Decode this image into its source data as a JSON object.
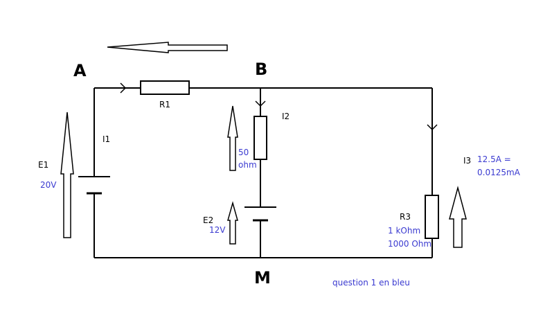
{
  "nodes": {
    "a": "A",
    "b": "B",
    "m": "M"
  },
  "labels": {
    "r1": "R1",
    "i1": "I1",
    "i2": "I2",
    "i3": "I3",
    "e1": "E1",
    "e2": "E2",
    "r3": "R3"
  },
  "values": {
    "e1": "20V",
    "r2_line1": "50",
    "r2_line2": "ohm",
    "e2": "12V",
    "i3_line1": "12.5A =",
    "i3_line2": "0.0125mA",
    "r3_line1": "1 kOhm",
    "r3_line2": "1000 Ohm"
  },
  "note": "question 1 en bleu",
  "colors": {
    "wire": "#000000",
    "answer_text": "#3a3ad0",
    "background": "#ffffff"
  }
}
